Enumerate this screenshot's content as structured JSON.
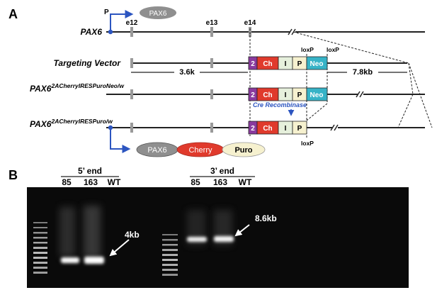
{
  "panel_a": {
    "label": "A",
    "promoter": "P",
    "top_product": "PAX6",
    "exons": [
      "e12",
      "e13",
      "e14"
    ],
    "rows": {
      "gene": "PAX6",
      "vector": "Targeting Vector",
      "neo_allele": {
        "base": "PAX6",
        "sup": "2ACherryIRESPuroNeo/w"
      },
      "puro_allele": {
        "base": "PAX6",
        "sup": "2ACherryIRESPuro/w"
      }
    },
    "cassette": {
      "c2": "2",
      "ch": "Ch",
      "i": "I",
      "p": "P",
      "neo": "Neo"
    },
    "loxp": "loxP",
    "arm_left": "3.6k",
    "arm_right": "7.8kb",
    "recombinase": "Cre Recombinase",
    "products": [
      "PAX6",
      "Cherry",
      "Puro"
    ],
    "colors": {
      "promoter": "#2c55c0",
      "ch": "#e03a2c",
      "two": "#8a3a9e",
      "neo": "#37b3c7",
      "ip": "#e6f0dc",
      "pax6": "#8f8f8f",
      "puro": "#f6f1cf",
      "recombinase": "#2c55c0"
    }
  },
  "panel_b": {
    "label": "B",
    "groups": [
      {
        "title": "5’ end",
        "lanes": [
          "85",
          "163",
          "WT"
        ]
      },
      {
        "title": "3’ end",
        "lanes": [
          "85",
          "163",
          "WT"
        ]
      }
    ],
    "sizes": [
      "4kb",
      "8.6kb"
    ]
  }
}
